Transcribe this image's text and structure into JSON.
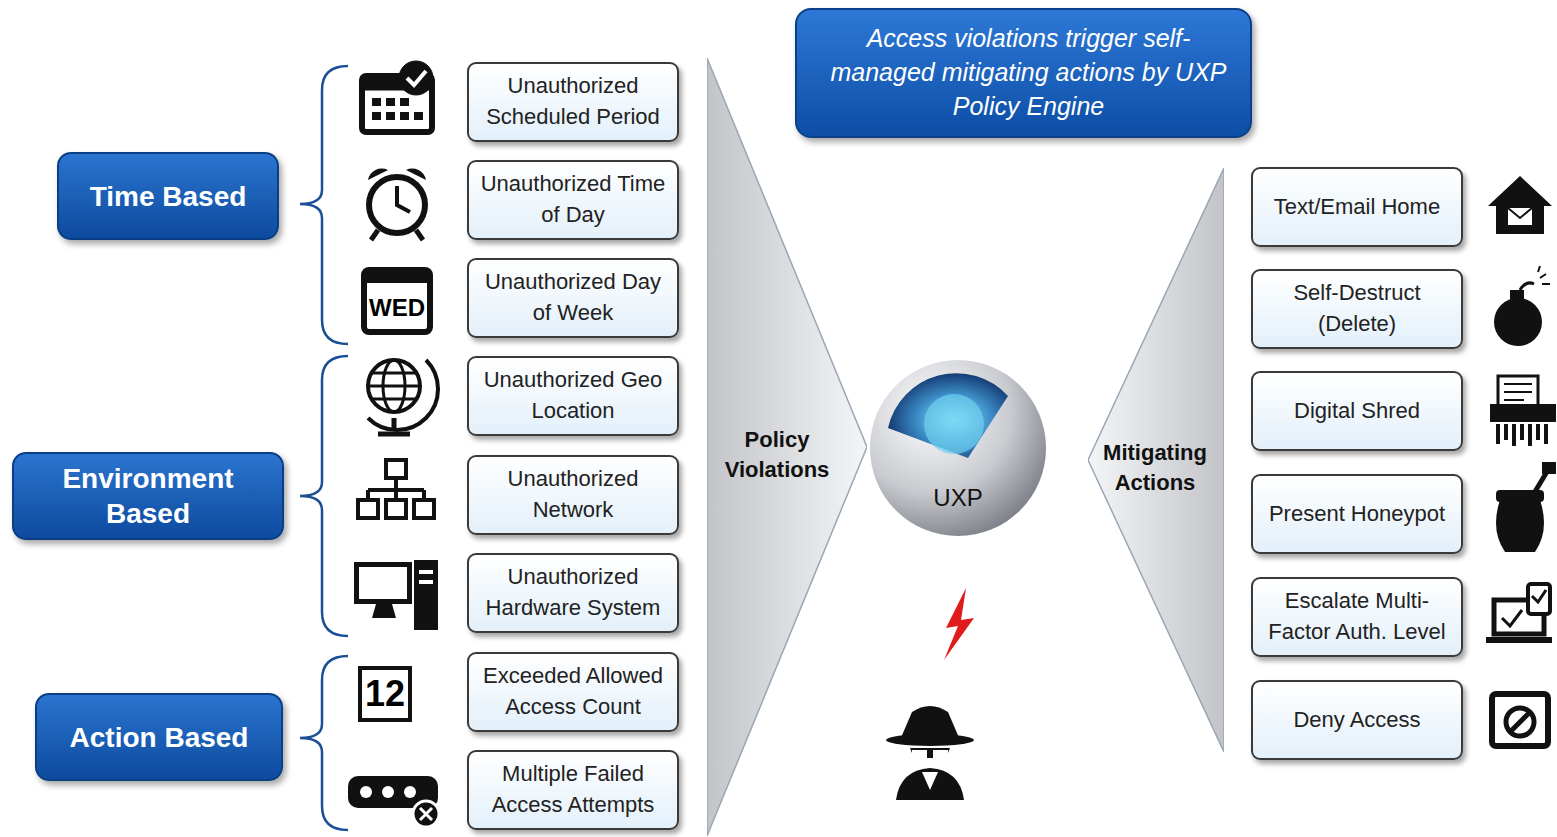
{
  "diagram": {
    "nodes": [
      {
        "text": [
          "Time Based"
        ]
      },
      {
        "text": [
          "Environment Based"
        ]
      },
      {
        "text": [
          "Action Based"
        ]
      },
      {
        "text": [
          "Unauthorized Scheduled Period"
        ]
      },
      {
        "text": [
          "Unauthorized Time of Day"
        ]
      },
      {
        "text": [
          "Unauthorized Day of Week"
        ]
      },
      {
        "text": [
          "Unauthorized Geo Location"
        ]
      },
      {
        "text": [
          "Unauthorized Network"
        ]
      },
      {
        "text": [
          "Unauthorized Hardware System"
        ]
      },
      {
        "text": [
          "Exceeded Allowed Access Count"
        ]
      },
      {
        "text": [
          "Multiple Failed Access Attempts"
        ]
      },
      {
        "text": [
          "Policy Violations"
        ]
      },
      {
        "text": [
          "Access violations trigger self-managed mitigating actions by UXP Policy Engine"
        ]
      },
      {
        "text": [
          "UXP"
        ]
      },
      {
        "text": [
          "Mitigating Actions"
        ]
      },
      {
        "text": [
          "Text/Email Home"
        ]
      },
      {
        "text": [
          "Self-Destruct (Delete)"
        ]
      },
      {
        "text": [
          "Digital Shred"
        ]
      },
      {
        "text": [
          "Present Honeypot"
        ]
      },
      {
        "text": [
          "Escalate Multi-Factor Auth. Level"
        ]
      },
      {
        "text": [
          "Deny Access"
        ]
      }
    ],
    "labels": [
      "WED",
      "12"
    ]
  }
}
